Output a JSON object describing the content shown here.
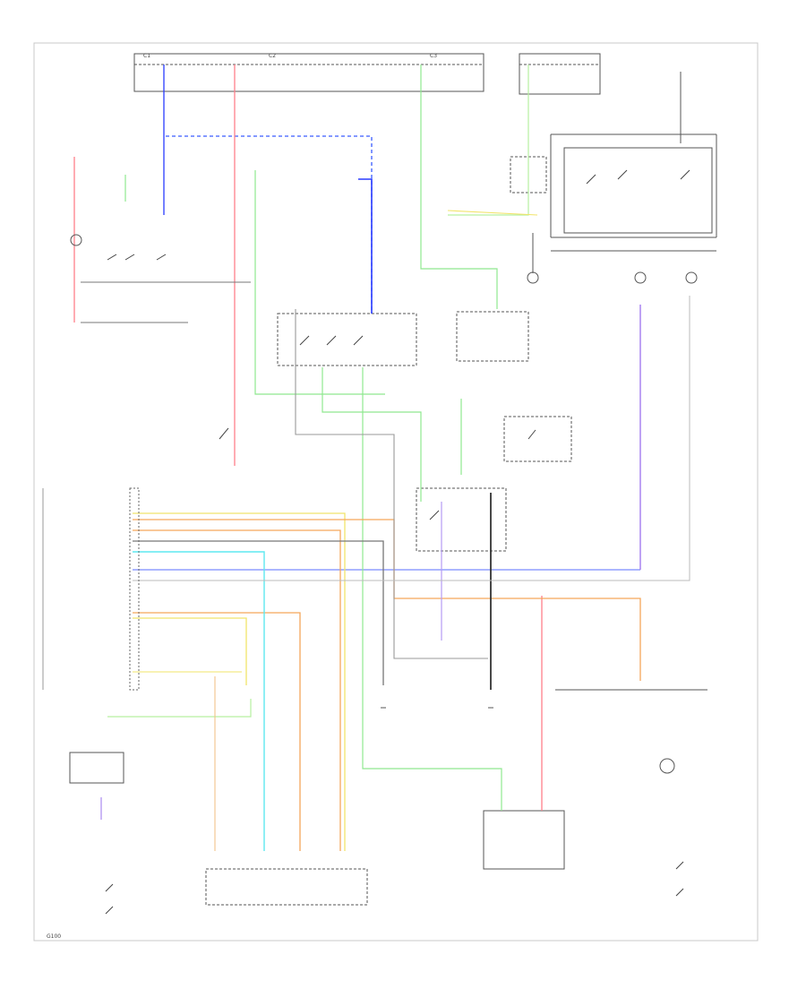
{
  "diagram": {
    "colors": {
      "frame": "#c8c8c8",
      "line": "#7a7a7a",
      "dark": "#333333",
      "blue": "#2a3cff",
      "blue_dash": "#3a5cff",
      "pink": "#ff7f8a",
      "green": "#8fe88f",
      "lightgreen": "#b6f0a0",
      "yellow": "#f1e46a",
      "orange": "#f5a65a",
      "cyan": "#5fe8f0",
      "purple": "#a37bf0",
      "violet": "#b59bf3",
      "gray": "#999999"
    },
    "labels": {
      "connector_a": "C1",
      "connector_b": "C2",
      "connector_c": "C3",
      "pin_prefix": "",
      "footer": "G100"
    }
  }
}
